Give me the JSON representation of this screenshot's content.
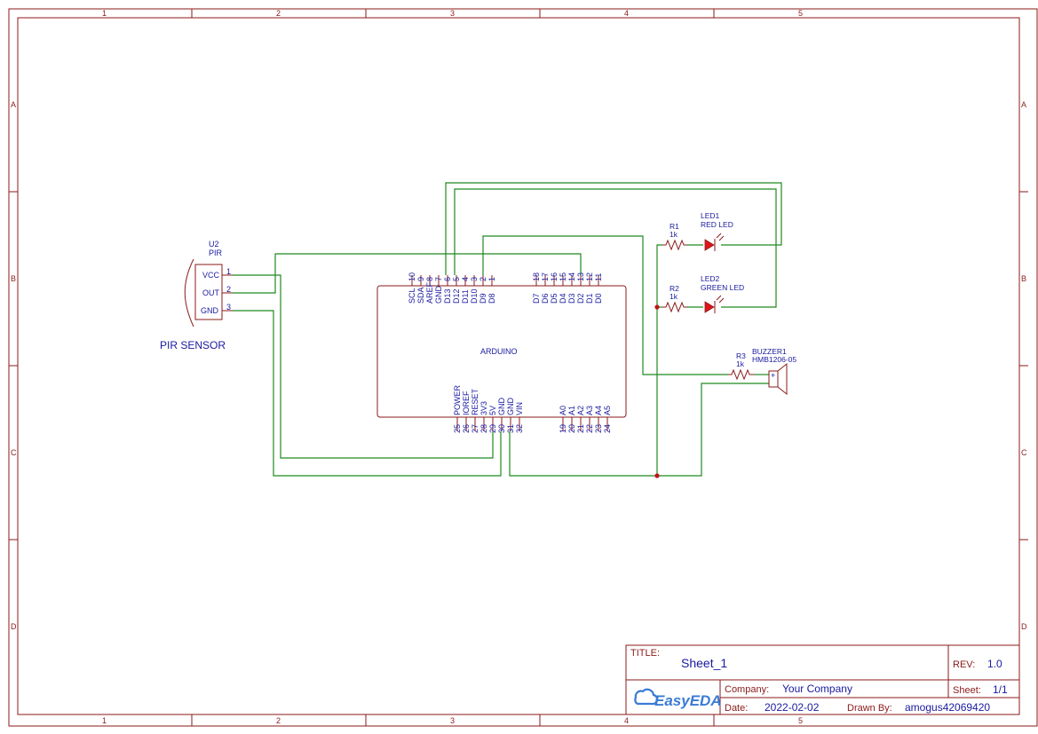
{
  "frame": {
    "columns": [
      "1",
      "2",
      "3",
      "4",
      "5"
    ],
    "rows": [
      "A",
      "B",
      "C",
      "D"
    ]
  },
  "components": {
    "pir": {
      "ref": "U2",
      "name": "PIR",
      "caption": "PIR SENSOR",
      "pins": [
        {
          "num": "1",
          "name": "VCC"
        },
        {
          "num": "2",
          "name": "OUT"
        },
        {
          "num": "3",
          "name": "GND"
        }
      ]
    },
    "arduino": {
      "name": "ARDUINO",
      "top_left_pins": [
        {
          "num": "10",
          "name": "SCL"
        },
        {
          "num": "9",
          "name": "SDA"
        },
        {
          "num": "8",
          "name": "AREF"
        },
        {
          "num": "7",
          "name": "GND"
        },
        {
          "num": "6",
          "name": "D13"
        },
        {
          "num": "5",
          "name": "D12"
        },
        {
          "num": "4",
          "name": "D11"
        },
        {
          "num": "3",
          "name": "D10"
        },
        {
          "num": "2",
          "name": "D9"
        },
        {
          "num": "1",
          "name": "D8"
        }
      ],
      "top_right_pins": [
        {
          "num": "18",
          "name": "D7"
        },
        {
          "num": "17",
          "name": "D6"
        },
        {
          "num": "16",
          "name": "D5"
        },
        {
          "num": "15",
          "name": "D4"
        },
        {
          "num": "14",
          "name": "D3"
        },
        {
          "num": "13",
          "name": "D2"
        },
        {
          "num": "12",
          "name": "D1"
        },
        {
          "num": "11",
          "name": "D0"
        }
      ],
      "bottom_left_pins": [
        {
          "num": "25",
          "name": "POWER"
        },
        {
          "num": "26",
          "name": "IOREF"
        },
        {
          "num": "27",
          "name": "RESET"
        },
        {
          "num": "28",
          "name": "3V3"
        },
        {
          "num": "29",
          "name": "5V"
        },
        {
          "num": "30",
          "name": "GND"
        },
        {
          "num": "31",
          "name": "GND"
        },
        {
          "num": "32",
          "name": "VIN"
        }
      ],
      "bottom_right_pins": [
        {
          "num": "19",
          "name": "A0"
        },
        {
          "num": "20",
          "name": "A1"
        },
        {
          "num": "21",
          "name": "A2"
        },
        {
          "num": "22",
          "name": "A3"
        },
        {
          "num": "23",
          "name": "A4"
        },
        {
          "num": "24",
          "name": "A5"
        }
      ]
    },
    "r1": {
      "ref": "R1",
      "value": "1k"
    },
    "r2": {
      "ref": "R2",
      "value": "1k"
    },
    "r3": {
      "ref": "R3",
      "value": "1k"
    },
    "led1": {
      "ref": "LED1",
      "value": "RED LED"
    },
    "led2": {
      "ref": "LED2",
      "value": "GREEN LED"
    },
    "buzzer": {
      "ref": "BUZZER1",
      "value": "HMB1206-05",
      "plus": "+"
    }
  },
  "title_block": {
    "title_label": "TITLE:",
    "title": "Sheet_1",
    "rev_label": "REV:",
    "rev": "1.0",
    "company_label": "Company:",
    "company": "Your Company",
    "sheet_label": "Sheet:",
    "sheet": "1/1",
    "date_label": "Date:",
    "date": "2022-02-02",
    "drawn_label": "Drawn By:",
    "drawn_by": "amogus42069420",
    "logo": "EasyEDA"
  },
  "colors": {
    "frame": "#8b1a1a",
    "wire": "#1f8a1f",
    "label": "#1a1aa0",
    "led": "#e0141a"
  }
}
